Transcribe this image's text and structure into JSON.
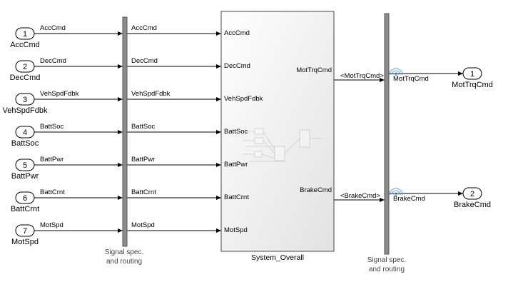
{
  "model": {
    "inports": [
      {
        "number": "1",
        "name": "AccCmd",
        "signal": "AccCmd"
      },
      {
        "number": "2",
        "name": "DecCmd",
        "signal": "DecCmd"
      },
      {
        "number": "3",
        "name": "VehSpdFdbk",
        "signal": "VehSpdFdbk"
      },
      {
        "number": "4",
        "name": "BattSoc",
        "signal": "BattSoc"
      },
      {
        "number": "5",
        "name": "BattPwr",
        "signal": "BattPwr"
      },
      {
        "number": "6",
        "name": "BattCrnt",
        "signal": "BattCrnt"
      },
      {
        "number": "7",
        "name": "MotSpd",
        "signal": "MotSpd"
      }
    ],
    "left_routing": {
      "label_line1": "Signal spec.",
      "label_line2": "and routing",
      "outputs": [
        "AccCmd",
        "DecCmd",
        "VehSpdFdbk",
        "BattSoc",
        "BattPwr",
        "BattCrnt",
        "MotSpd"
      ]
    },
    "subsystem": {
      "name": "System_Overall",
      "inputs": [
        "AccCmd",
        "DecCmd",
        "VehSpdFdbk",
        "BattSoc",
        "BattPwr",
        "BattCrnt",
        "MotSpd"
      ],
      "outputs": [
        "MotTrqCmd",
        "BrakeCmd"
      ]
    },
    "bus_signals": [
      "<MotTrqCmd>",
      "<BrakeCmd>"
    ],
    "right_routing": {
      "label_line1": "Signal spec.",
      "label_line2": "and routing",
      "outputs": [
        "MotTrqCmd",
        "BrakeCmd"
      ]
    },
    "outports": [
      {
        "number": "1",
        "name": "MotTrqCmd"
      },
      {
        "number": "2",
        "name": "BrakeCmd"
      }
    ],
    "colors": {
      "line": "#000000",
      "bar": "#8c8c8c",
      "bar_edge": "#555555",
      "subsystem_fill": "#f1f1f1",
      "logging_icon": "#6aa2d6"
    }
  }
}
